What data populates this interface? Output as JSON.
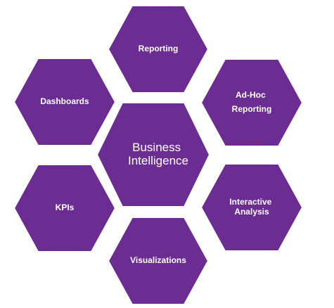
{
  "colors": {
    "hex_fill": "#6b2d91",
    "hex_stroke": "#ffffff",
    "label": "#ffffff",
    "background": "#ffffff"
  },
  "center": {
    "lines": [
      "Business",
      "Intelligence"
    ]
  },
  "nodes": [
    {
      "id": "reporting",
      "lines": [
        "Reporting"
      ]
    },
    {
      "id": "ad-hoc-reporting",
      "lines": [
        "Ad-Hoc",
        "Reporting"
      ]
    },
    {
      "id": "interactive-analysis",
      "lines": [
        "Interactive",
        "Analysis"
      ]
    },
    {
      "id": "visualizations",
      "lines": [
        "Visualizations"
      ]
    },
    {
      "id": "kpis",
      "lines": [
        "KPIs"
      ]
    },
    {
      "id": "dashboards",
      "lines": [
        "Dashboards"
      ]
    }
  ]
}
